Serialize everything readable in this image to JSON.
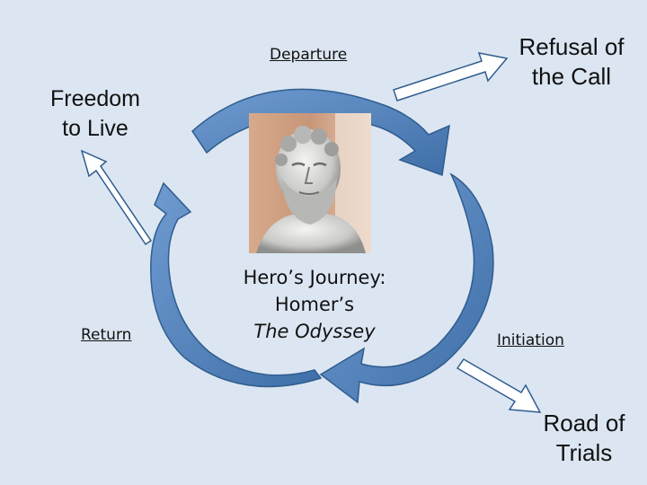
{
  "stages": {
    "departure": "Departure",
    "initiation": "Initiation",
    "return": "Return"
  },
  "outcomes": {
    "refusal_line1": "Refusal of",
    "refusal_line2": "the Call",
    "road_line1": "Road of",
    "road_line2": "Trials",
    "freedom_line1": "Freedom",
    "freedom_line2": "to Live"
  },
  "center": {
    "line1": "Hero’s Journey:",
    "line2": "Homer’s",
    "line3": "The Odyssey"
  },
  "colors": {
    "background": "#dce6f2",
    "arrow_fill": "#4f81bd",
    "arrow_edge": "#2f5d8f"
  },
  "icons": {
    "portrait": "marble-bust-image"
  }
}
